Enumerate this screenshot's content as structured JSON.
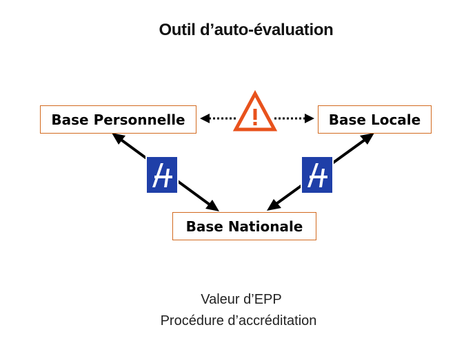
{
  "title": "Outil d’auto-évaluation",
  "boxes": {
    "personnelle": "Base Personnelle",
    "locale": "Base Locale",
    "nationale": "Base Nationale"
  },
  "icons": {
    "warning": {
      "name": "warning-triangle-icon",
      "symbol": "!",
      "color": "#e8521c"
    },
    "highway_sign": {
      "name": "highway-sign-icon",
      "color": "#1f3fa8"
    }
  },
  "footer": {
    "line1": "Valeur d’EPP",
    "line2": "Procédure d’accréditation"
  }
}
